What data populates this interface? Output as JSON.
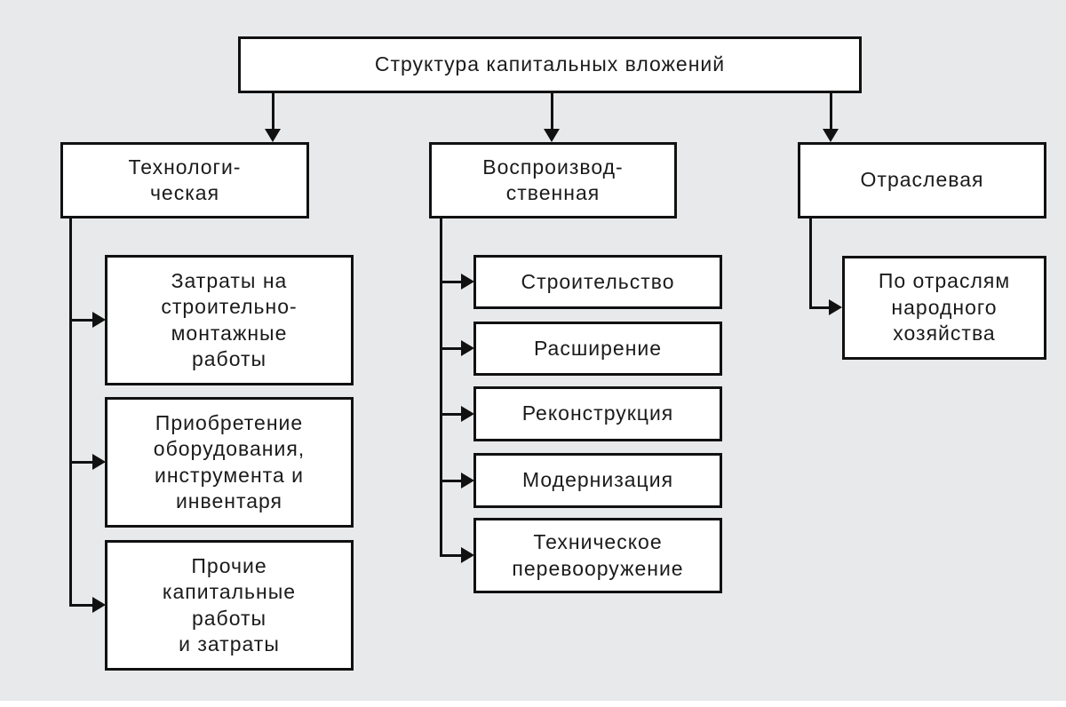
{
  "colors": {
    "background": "#e8e9eb",
    "box_fill": "#ffffff",
    "line": "#111111",
    "text": "#1b1b1b"
  },
  "diagram": {
    "title": "Структура капитальных вложений",
    "categories": [
      {
        "label": "Технологи-\nческая",
        "children": [
          "Затраты на\nстроительно-\nмонтажные\nработы",
          "Приобретение\nоборудования,\nинструмента и\nинвентаря",
          "Прочие\nкапитальные\nработы\nи затраты"
        ]
      },
      {
        "label": "Воспроизвод-\nственная",
        "children": [
          "Строительство",
          "Расширение",
          "Реконструкция",
          "Модернизация",
          "Техническое\nперевооружение"
        ]
      },
      {
        "label": "Отраслевая",
        "children": [
          "По отраслям\nнародного\nхозяйства"
        ]
      }
    ]
  }
}
